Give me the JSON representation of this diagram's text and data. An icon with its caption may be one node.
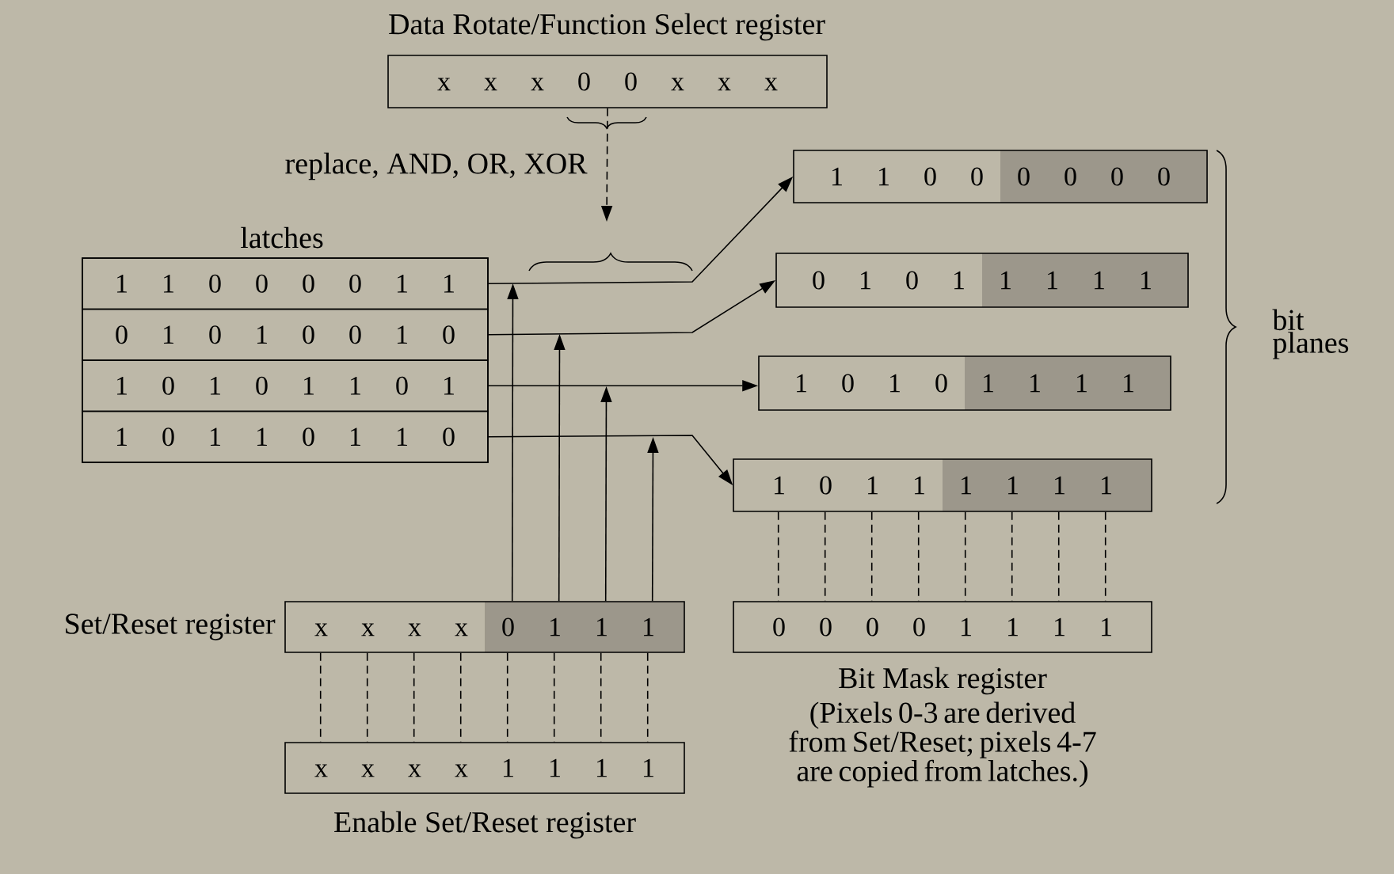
{
  "diagram": {
    "nodes": [
      {
        "text": [
          "Data Rotate/Function Select register",
          "x x x 0 0 x x x"
        ]
      },
      {
        "text": [
          "latches"
        ]
      },
      {
        "text": [
          "1 1 0 0 0 0 1 1"
        ],
        "in": 1
      },
      {
        "text": [
          "0 1 0 1 0 0 1 0"
        ],
        "in": 1
      },
      {
        "text": [
          "1 0 1 0 1 1 0 1"
        ],
        "in": 1
      },
      {
        "text": [
          "1 0 1 1 0 1 1 0"
        ],
        "in": 1
      },
      {
        "text": [
          "1 1 0 0 0 0 0 0"
        ]
      },
      {
        "text": [
          "0 1 0 1 1 1 1 1"
        ]
      },
      {
        "text": [
          "1 0 1 0 1 1 1 1"
        ]
      },
      {
        "text": [
          "1 0 1 1 1 1 1 1"
        ]
      },
      {
        "text": [
          "Set/Reset register",
          "x x x x 0 1 1 1"
        ]
      },
      {
        "text": [
          "x x x x 1 1 1 1",
          "Enable Set/Reset register"
        ]
      },
      {
        "text": [
          "0 0 0 0 1 1 1 1",
          "Bit Mask register"
        ],
        "beside": [
          "(Pixels 0-3 are derived from Set/Reset; pixels 4-7 are copied from latches.)"
        ]
      }
    ],
    "edges": [
      {
        "from": 0,
        "to": null,
        "arrow": "to",
        "style": "dashed",
        "label": "replace, AND, OR, XOR"
      },
      {
        "from": 2,
        "to": 6,
        "arrow": "to"
      },
      {
        "from": 3,
        "to": 7,
        "arrow": "to"
      },
      {
        "from": 4,
        "to": 8,
        "arrow": "to"
      },
      {
        "from": 5,
        "to": 9,
        "arrow": "to"
      },
      {
        "from": 10,
        "to": null,
        "arrow": "to"
      },
      {
        "from": 10,
        "to": null,
        "arrow": "to"
      },
      {
        "from": 10,
        "to": null,
        "arrow": "to"
      },
      {
        "from": 10,
        "to": null,
        "arrow": "to"
      },
      {
        "from": 10,
        "to": 11,
        "arrow": "none",
        "style": "dashed"
      },
      {
        "from": 10,
        "to": 11,
        "arrow": "none",
        "style": "dashed"
      },
      {
        "from": 10,
        "to": 11,
        "arrow": "none",
        "style": "dashed"
      },
      {
        "from": 10,
        "to": 11,
        "arrow": "none",
        "style": "dashed"
      },
      {
        "from": 10,
        "to": 11,
        "arrow": "none",
        "style": "dashed"
      },
      {
        "from": 10,
        "to": 11,
        "arrow": "none",
        "style": "dashed"
      },
      {
        "from": 10,
        "to": 11,
        "arrow": "none",
        "style": "dashed"
      },
      {
        "from": 10,
        "to": 11,
        "arrow": "none",
        "style": "dashed"
      },
      {
        "from": 9,
        "to": 12,
        "arrow": "none",
        "style": "dashed"
      },
      {
        "from": 9,
        "to": 12,
        "arrow": "none",
        "style": "dashed"
      },
      {
        "from": 9,
        "to": 12,
        "arrow": "none",
        "style": "dashed"
      },
      {
        "from": 9,
        "to": 12,
        "arrow": "none",
        "style": "dashed"
      },
      {
        "from": 9,
        "to": 12,
        "arrow": "none",
        "style": "dashed"
      },
      {
        "from": 9,
        "to": 12,
        "arrow": "none",
        "style": "dashed"
      },
      {
        "from": 9,
        "to": 12,
        "arrow": "none",
        "style": "dashed"
      },
      {
        "from": 9,
        "to": 12,
        "arrow": "none",
        "style": "dashed"
      }
    ],
    "labels": [
      "bit planes"
    ]
  }
}
